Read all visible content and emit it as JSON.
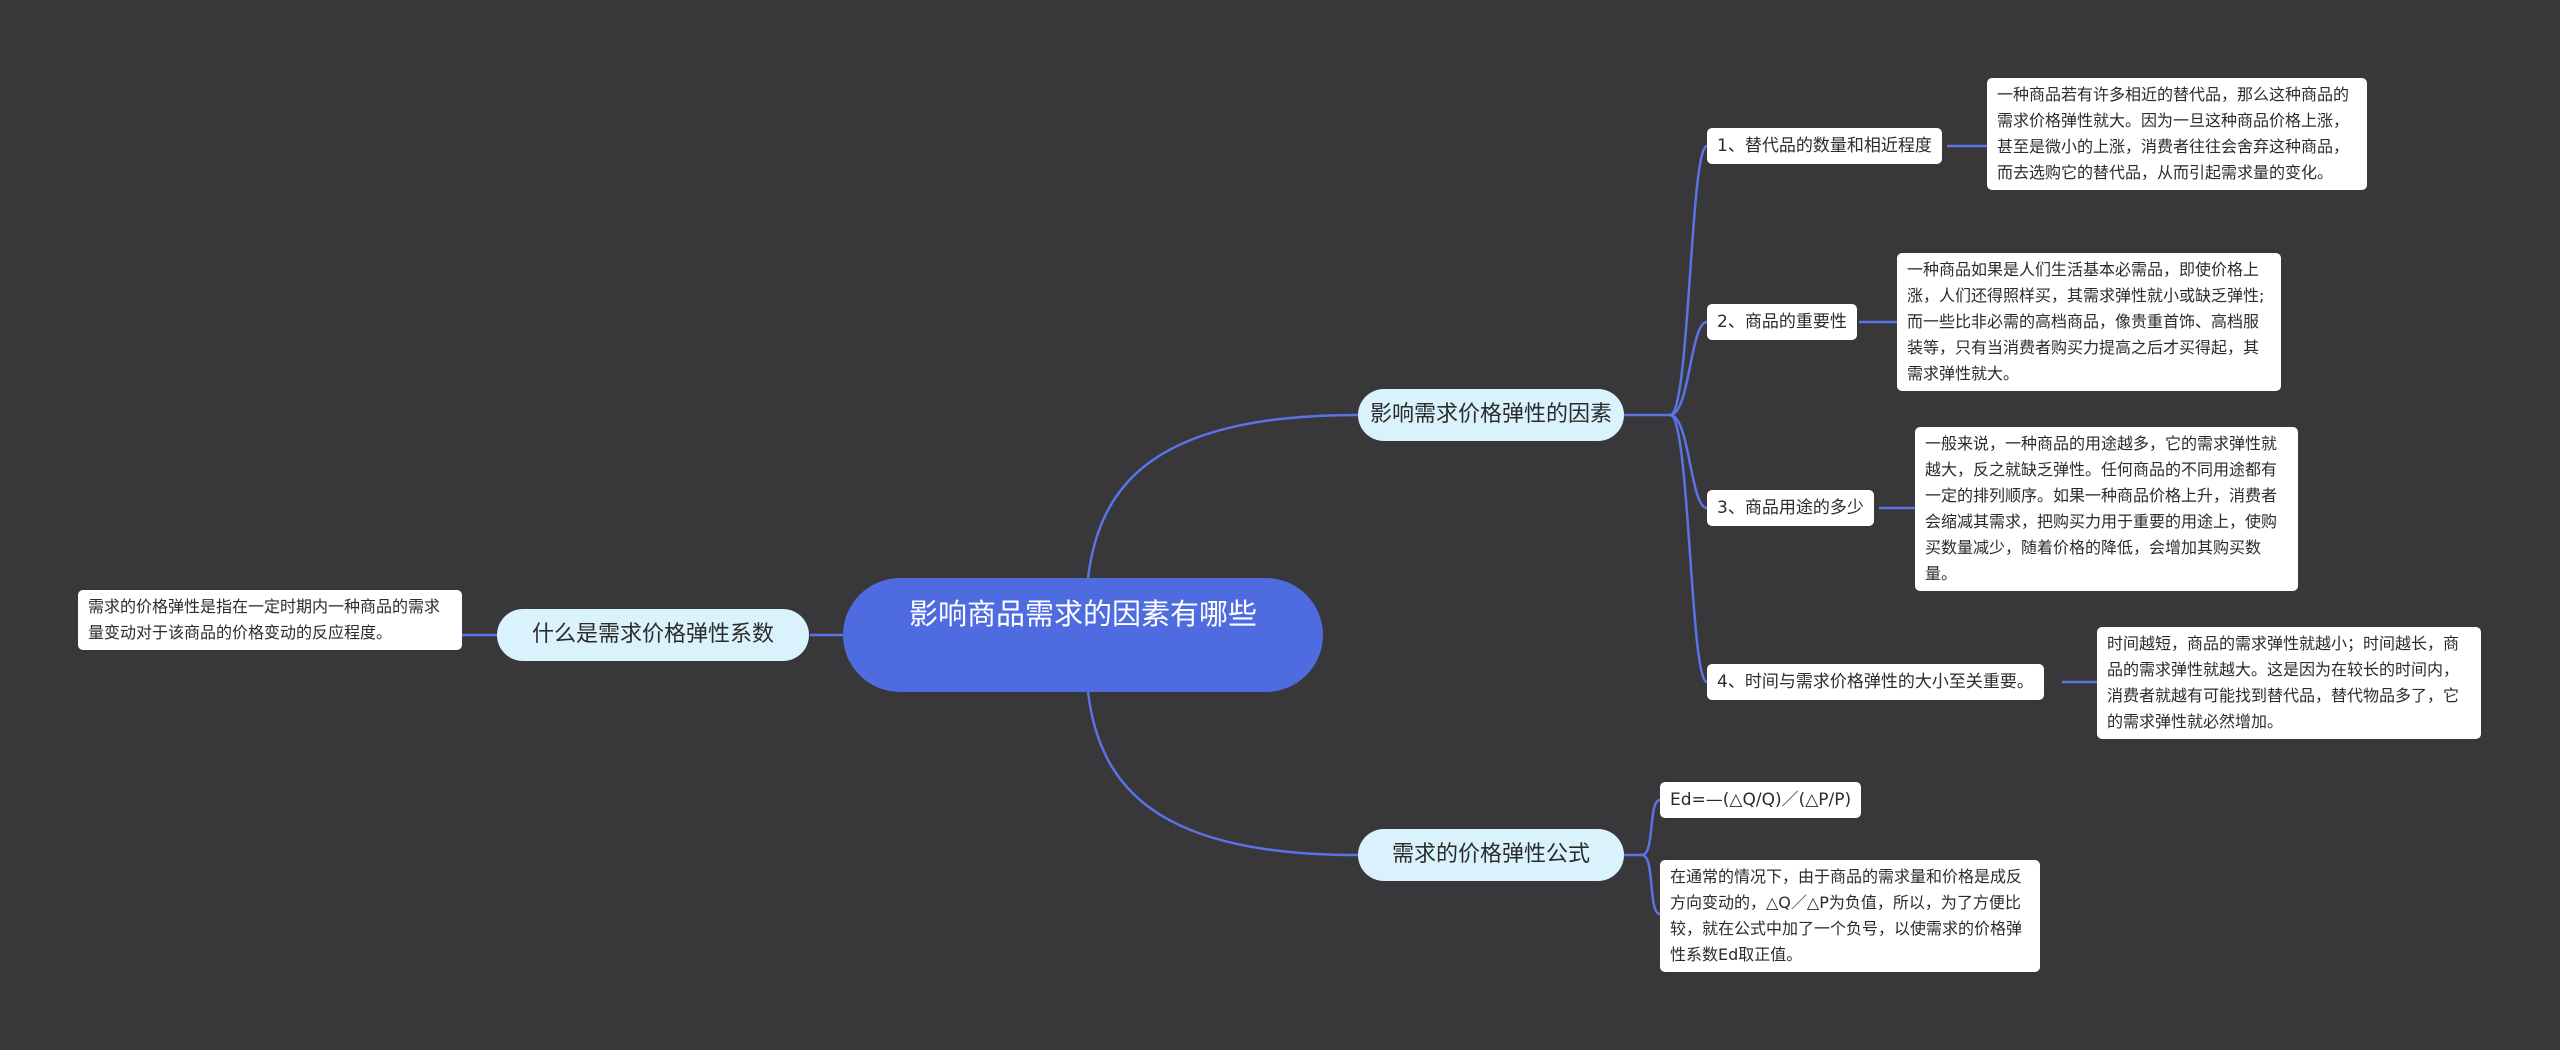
{
  "root": {
    "title": "影响商品需求的因素有哪些"
  },
  "branches": {
    "left": {
      "label": "什么是需求价格弹性系数",
      "leaf": "需求的价格弹性是指在一定时期内一种商品的需求量变动对于该商品的价格变动的反应程度。"
    },
    "factors": {
      "label": "影响需求价格弹性的因素",
      "items": [
        {
          "label": "1、替代品的数量和相近程度",
          "detail": "一种商品若有许多相近的替代品，那么这种商品的需求价格弹性就大。因为一旦这种商品价格上涨，甚至是微小的上涨，消费者往往会舍弃这种商品，而去选购它的替代品，从而引起需求量的变化。"
        },
        {
          "label": "2、商品的重要性",
          "detail": "一种商品如果是人们生活基本必需品，即使价格上涨，人们还得照样买，其需求弹性就小或缺乏弹性;而一些比非必需的高档商品，像贵重首饰、高档服装等，只有当消费者购买力提高之后才买得起，其需求弹性就大。"
        },
        {
          "label": "3、商品用途的多少",
          "detail": "一般来说，一种商品的用途越多，它的需求弹性就越大，反之就缺乏弹性。任何商品的不同用途都有一定的排列顺序。如果一种商品价格上升，消费者会缩减其需求，把购买力用于重要的用途上，使购买数量减少，随着价格的降低，会增加其购买数量。"
        },
        {
          "label": "4、时间与需求价格弹性的大小至关重要。",
          "detail": "时间越短，商品的需求弹性就越小；时间越长，商品的需求弹性就越大。这是因为在较长的时间内，消费者就越有可能找到替代品，替代物品多了，它的需求弹性就必然增加。"
        }
      ]
    },
    "formula": {
      "label": "需求的价格弹性公式",
      "items": [
        {
          "label": "Ed=—(△Q/Q)／(△P/P)"
        },
        {
          "label": "在通常的情况下，由于商品的需求量和价格是成反方向变动的，△Q／△P为负值，所以，为了方便比较，就在公式中加了一个负号，以使需求的价格弹性系数Ed取正值。"
        }
      ]
    }
  },
  "colors": {
    "background": "#383739",
    "root_fill": "#4f6be0",
    "branch_fill": "#d9f2fb",
    "leaf_fill": "#ffffff",
    "connector": "#5b73e6"
  }
}
